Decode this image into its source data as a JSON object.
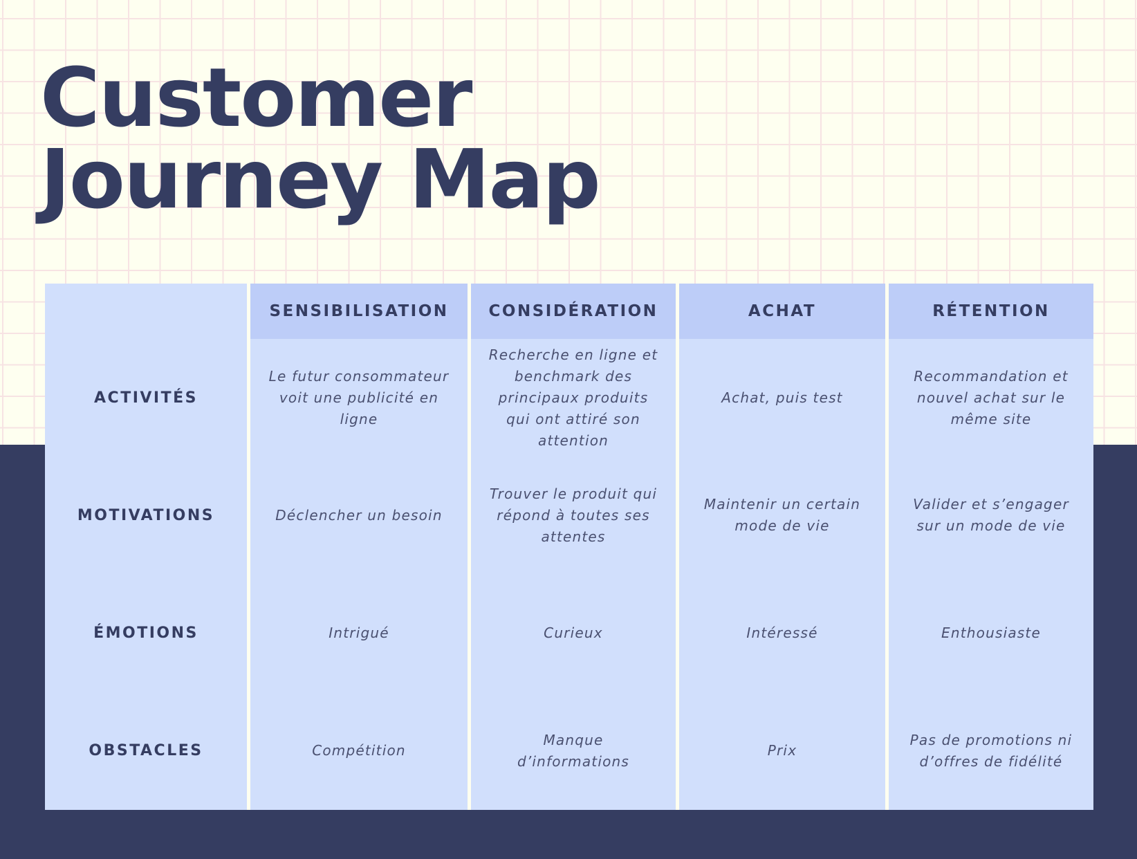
{
  "title": {
    "line1": "Customer",
    "line2": "Journey Map"
  },
  "colors": {
    "navy": "#353d61",
    "cream": "#fefff0",
    "grid_line": "#f7e3e3",
    "header_fill": "#bdcdf8",
    "cell_fill": "#d1dffc"
  },
  "table": {
    "columns": [
      "SENSIBILISATION",
      "CONSIDÉRATION",
      "ACHAT",
      "RÉTENTION"
    ],
    "rows": [
      {
        "label": "ACTIVITÉS",
        "cells": [
          "Le futur consommateur voit une publicité en ligne",
          "Recherche en ligne et benchmark des principaux produits qui ont attiré son attention",
          "Achat, puis test",
          "Recommandation et nouvel achat sur le même site"
        ]
      },
      {
        "label": "MOTIVATIONS",
        "cells": [
          "Déclencher un besoin",
          "Trouver le produit qui répond à toutes ses attentes",
          "Maintenir un certain mode de vie",
          "Valider et s’engager sur un mode de vie"
        ]
      },
      {
        "label": "ÉMOTIONS",
        "cells": [
          "Intrigué",
          "Curieux",
          "Intéressé",
          "Enthousiaste"
        ]
      },
      {
        "label": "OBSTACLES",
        "cells": [
          "Compétition",
          "Manque d’informations",
          "Prix",
          "Pas de promotions ni d’offres de fidélité"
        ]
      }
    ]
  }
}
